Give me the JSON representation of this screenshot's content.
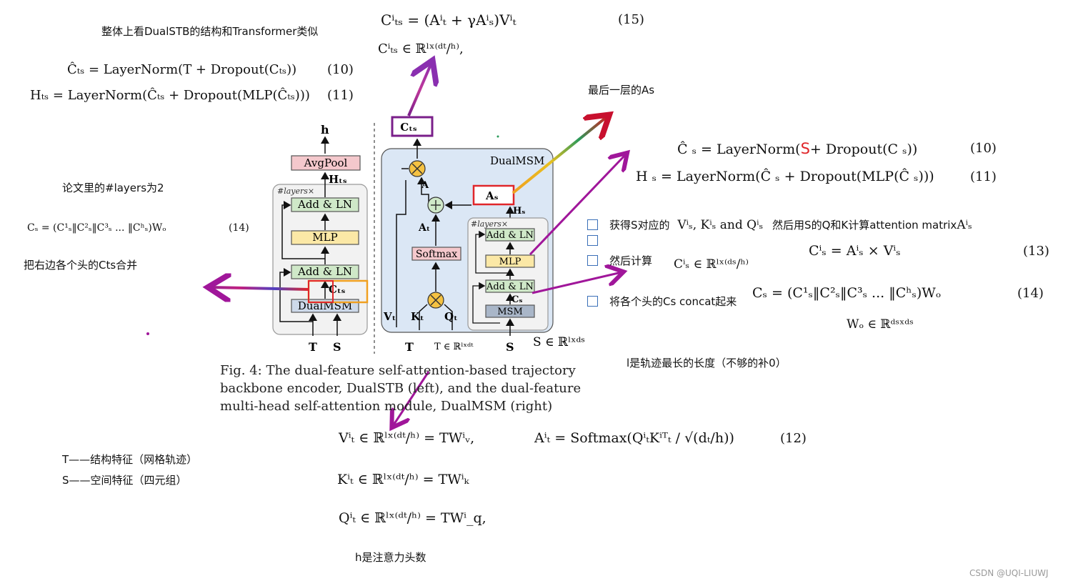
{
  "notes": {
    "intro": "整体上看DualSTB的结构和Transformer类似",
    "layers": "论文里的#layers为2",
    "merge": "把右边各个头的Cts合并",
    "last_layer": "最后一层的As",
    "get_vkq": "获得S对应的",
    "get_vkq_then": "然后用S的Q和K计算attention matrix",
    "then_compute": "然后计算",
    "concat": "将各个头的Cs concat起来",
    "length": "l是轨迹最长的长度（不够的补0）",
    "t_feature": "T——结构特征（网格轨迹）",
    "s_feature": "S——空间特征（四元组）",
    "heads": "h是注意力头数"
  },
  "equations": {
    "eq15": "Cⁱₜₛ = (Aⁱₜ + γAⁱₛ)Vⁱₜ",
    "eq15_num": "(15)",
    "cts_dim": "Cⁱₜₛ ∈ ℝˡˣ⁽ᵈᵗ/ʰ⁾,",
    "eq10_left": "Ĉₜₛ = LayerNorm(T + Dropout(Cₜₛ))",
    "eq10_left_num": "(10)",
    "eq11_left": "Hₜₛ = LayerNorm(Ĉₜₛ + Dropout(MLP(Ĉₜₛ)))",
    "eq11_left_num": "(11)",
    "eq14_left": "Cₛ = (C¹ₛ‖C²ₛ‖C³ₛ ... ‖Cʰₛ)Wₒ",
    "eq14_left_num": "(14)",
    "eq10_right_a": "Ĉ ₛ = LayerNorm(",
    "eq10_right_s": "S",
    "eq10_right_b": "+ Dropout(C ₛ))",
    "eq10_right_num": "(10)",
    "eq11_right": "H ₛ = LayerNorm(Ĉ ₛ + Dropout(MLP(Ĉ ₛ)))",
    "eq11_right_num": "(11)",
    "vkq": "Vⁱₛ, Kⁱₛ and Qⁱₛ",
    "as_sym": "Aⁱₛ",
    "eq13": "Cⁱₛ = Aⁱₛ × Vⁱₛ",
    "eq13_num": "(13)",
    "cs_dim": "Cⁱₛ ∈   ℝˡˣ⁽ᵈˢ/ʰ⁾",
    "eq14_right": "Cₛ = (C¹ₛ‖C²ₛ‖C³ₛ ... ‖Cʰₛ)Wₒ",
    "eq14_right_num": "(14)",
    "wo_dim": "Wₒ ∈ ℝᵈˢˣᵈˢ",
    "vt": "Vⁱₜ ∈ ℝˡˣ⁽ᵈᵗ/ʰ⁾ = TWⁱᵥ,",
    "kt": "Kⁱₜ ∈ ℝˡˣ⁽ᵈᵗ/ʰ⁾ = TWⁱₖ",
    "qt": "Qⁱₜ ∈ ℝˡˣ⁽ᵈᵗ/ʰ⁾ = TWⁱ_q,",
    "eq12": "Aⁱₜ = Softmax(QⁱₜKⁱᵀₜ / √(dₜ/h))",
    "eq12_num": "(12)"
  },
  "caption": "Fig. 4: The dual-feature self-attention-based trajectory backbone encoder, DualSTB (left), and the dual-feature multi-head self-attention module, DualMSM (right)",
  "diagram": {
    "left": {
      "h": "h",
      "avgpool": "AvgPool",
      "hts": "Hₜₛ",
      "layers": "#layers×",
      "add_ln_top": "Add & LN",
      "mlp": "MLP",
      "add_ln_bottom": "Add & LN",
      "cts": "Cₜₛ",
      "dualmsm": "DualMSM",
      "t": "T",
      "s": "S"
    },
    "right": {
      "cts_out": "Cₜₛ",
      "title": "DualMSM",
      "a": "A",
      "as": "Aₛ",
      "at": "Aₜ",
      "hs": "Hₛ",
      "softmax": "Softmax",
      "layers": "#layers×",
      "add_ln_top": "Add & LN",
      "mlp": "MLP",
      "add_ln_bottom": "Add & LN",
      "cs": "Cₛ",
      "msm": "MSM",
      "vt": "Vₜ",
      "kt": "Kₜ",
      "qt": "Qₜ",
      "t": "T",
      "t_dim": "T ∈ ℝˡˣᵈᵗ",
      "s": "S",
      "s_dim": "S ∈ ℝˡˣᵈˢ"
    }
  },
  "watermark": "CSDN @UQI-LIUWJ",
  "colors": {
    "annotation_arrow": "#a0169a",
    "highlight_orange": "#f0a020",
    "highlight_red": "#e0262a",
    "highlight_purple": "#7a1f8a",
    "box_green": "#cfe8c8",
    "box_yellow": "#fbe8a6",
    "box_pink": "#f4c8cc",
    "box_blue": "#cdd9ea",
    "panel_blue": "#dbe7f5"
  }
}
